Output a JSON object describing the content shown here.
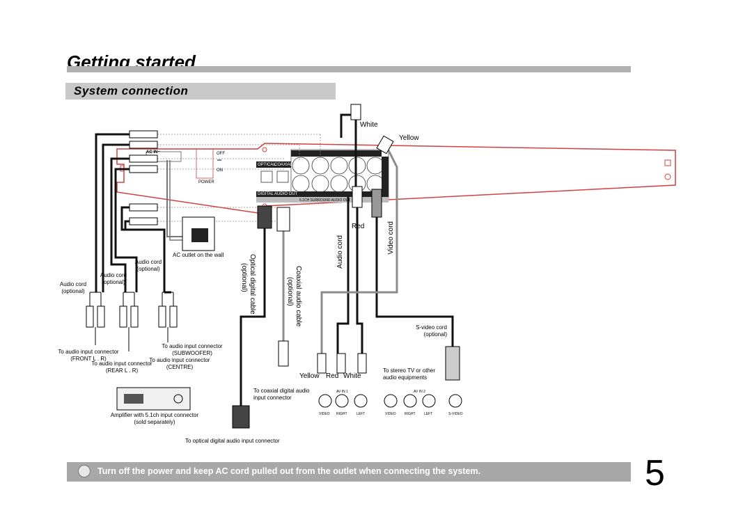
{
  "header": {
    "title": "Getting started",
    "section": "System connection"
  },
  "diagram": {
    "device_labels": {
      "ac_in": "AC IN~",
      "off": "OFF",
      "on": "ON",
      "power": "POWER",
      "optical": "OPTICAL",
      "coaxial": "COAXIAL",
      "digital_audio_out": "DIGITAL AUDIO OUT",
      "surround_out": "5.1CH SURROUND AUDIO OUT",
      "video": "VIDEO",
      "s_video": "S-VIDEO"
    },
    "labels": {
      "white_top": "White",
      "yellow_top": "Yellow",
      "red": "Red",
      "audio_cord": "Audio cord",
      "video_cord": "Video cord",
      "ac_outlet": "AC outlet on the wall",
      "optical_cable": "Optical digital cable",
      "optical_cable_opt": "(optional)",
      "coaxial_cable": "Coaxial audio cable",
      "coaxial_cable_opt": "(optional)",
      "audio_cord_1": "Audio cord",
      "audio_cord_1_opt": "(optional)",
      "audio_cord_2": "Audio cord",
      "audio_cord_2_opt": "(optional)",
      "audio_cord_3": "Audio cord",
      "audio_cord_3_opt": "(optional)",
      "svideo_cord": "S-video cord",
      "svideo_cord_opt": "(optional)",
      "front_connector": "To audio input connector",
      "front_connector_sub": "(FRONT L . R)",
      "rear_connector": "To audio input connector",
      "rear_connector_sub": "(REAR L . R)",
      "sub_connector": "To audio input connector",
      "sub_connector_sub": "(SUBWOOFER)",
      "centre_connector": "To audio input connector",
      "centre_connector_sub": "(CENTRE)",
      "yellow_bottom": "Yellow",
      "red_bottom": "Red",
      "white_bottom": "White",
      "coax_input": "To coaxial digital audio",
      "coax_input_2": "input connector",
      "tv_label": "To stereo TV or other",
      "tv_label_2": "audio equipments",
      "amplifier": "Amplifier with 5.1ch input connector",
      "amplifier_2": "(sold separately)",
      "optical_input": "To optical digital audio input connector",
      "av_in_1": "AV IN 1",
      "av_in_2": "AV IN 2",
      "jack_video": "VIDEO",
      "jack_right": "RIGHT",
      "jack_left": "LEFT",
      "jack_svideo": "S-VIDEO"
    }
  },
  "footer": {
    "warning": "Turn off the power and keep AC cord pulled out from the outlet when connecting the system.",
    "page_number": "5"
  },
  "colors": {
    "device_outline": "#d24040",
    "title_bar": "#b0b0b0",
    "section_bar": "#c9c9c9",
    "warning_bar": "#a8a8a8",
    "cable_gray": "#8c8c8c"
  }
}
